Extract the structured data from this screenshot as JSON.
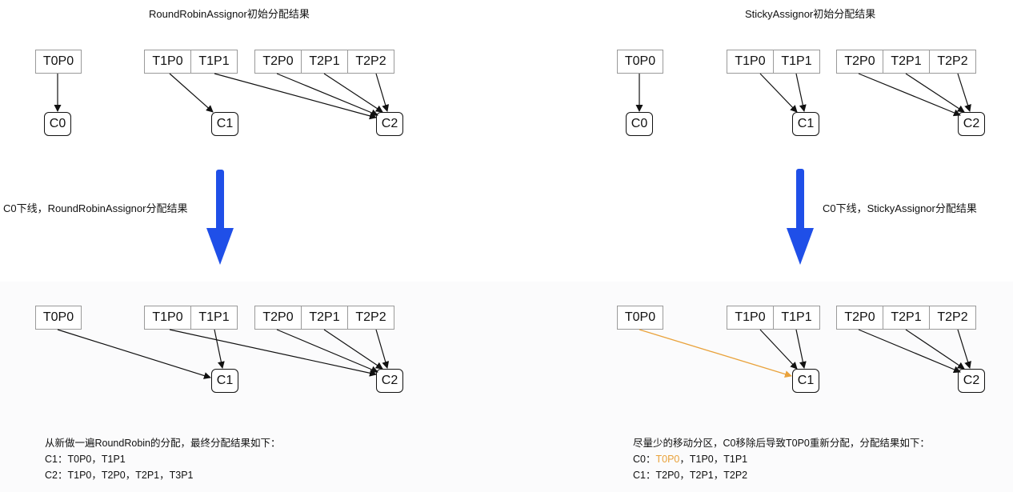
{
  "left": {
    "title": "RoundRobinAssignor初始分配结果",
    "caption": "C0下线，RoundRobinAssignor分配结果",
    "top_row": {
      "t0": [
        "T0P0"
      ],
      "t1": [
        "T1P0",
        "T1P1"
      ],
      "t2": [
        "T2P0",
        "T2P1",
        "T2P2"
      ]
    },
    "top_consumers": [
      "C0",
      "C1",
      "C2"
    ],
    "bottom_row": {
      "t0": [
        "T0P0"
      ],
      "t1": [
        "T1P0",
        "T1P1"
      ],
      "t2": [
        "T2P0",
        "T2P1",
        "T2P2"
      ]
    },
    "bottom_consumers": [
      "C1",
      "C2"
    ],
    "note": {
      "line1": "从新做一遍RoundRobin的分配，最终分配结果如下：",
      "line2": "C1：T0P0，T1P1",
      "line3": "C2：T1P0，T2P0，T2P1，T3P1"
    }
  },
  "right": {
    "title": "StickyAssignor初始分配结果",
    "caption": "C0下线，StickyAssignor分配结果",
    "top_row": {
      "t0": [
        "T0P0"
      ],
      "t1": [
        "T1P0",
        "T1P1"
      ],
      "t2": [
        "T2P0",
        "T2P1",
        "T2P2"
      ]
    },
    "top_consumers": [
      "C0",
      "C1",
      "C2"
    ],
    "bottom_row": {
      "t0": [
        "T0P0"
      ],
      "t1": [
        "T1P0",
        "T1P1"
      ],
      "t2": [
        "T2P0",
        "T2P1",
        "T2P2"
      ]
    },
    "bottom_consumers": [
      "C1",
      "C2"
    ],
    "note": {
      "line1": "尽量少的移动分区，C0移除后导致T0P0重新分配，分配结果如下：",
      "line2_prefix": "C0：",
      "line2_highlight": "T0P0",
      "line2_rest": "，T1P0，T1P1",
      "line3": "C1：T2P0，T2P1，T2P2"
    }
  },
  "colors": {
    "big_arrow": "#1f4fe8",
    "moved_edge": "#e9a23b",
    "edge": "#111111",
    "highlight_text": "#e9a23b"
  }
}
